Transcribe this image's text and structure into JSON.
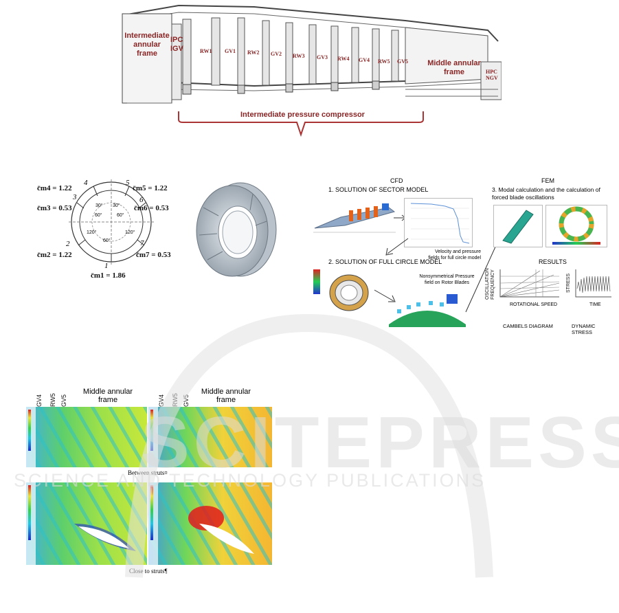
{
  "top_figure": {
    "intermediate_frame": [
      "Intermediate",
      "annular",
      "frame"
    ],
    "ipc_igv": [
      "IPC",
      "IGV"
    ],
    "stages": [
      "RW1",
      "GV1",
      "RW2",
      "GV2",
      "RW3",
      "GV3",
      "RW4",
      "GV4",
      "RW5",
      "GV5"
    ],
    "middle_frame": [
      "Middle annular",
      "frame"
    ],
    "hpc_ngv": [
      "HPC",
      "NGV"
    ],
    "brace_label": "Intermediate pressure compressor"
  },
  "ring_figure": {
    "labels": [
      {
        "n": "4",
        "text": "c̄m4 = 1.22"
      },
      {
        "n": "5",
        "text": "c̄m5 = 1.22"
      },
      {
        "n": "3",
        "text": "c̄m3 = 0.53"
      },
      {
        "n": "6",
        "text": "c̄m6 = 0.53"
      },
      {
        "n": "2",
        "text": "c̄m2 = 1.22"
      },
      {
        "n": "7",
        "text": "c̄m7 = 0.53"
      },
      {
        "n": "1",
        "text": "c̄m1 = 1.86"
      }
    ],
    "angles": [
      "30°",
      "30°",
      "60°",
      "60°",
      "120°",
      "60°",
      "120°"
    ]
  },
  "workflow": {
    "cfd_title": "CFD",
    "step1": "1.    SOLUTION OF SECTOR MODEL",
    "velocity_note": [
      "Velocity and pressure",
      "fields for full circle model"
    ],
    "step2": "2. SOLUTION OF FULL CIRCLE MODEL",
    "nonsym_note": [
      "Nonsymmetrical Pressure",
      "field on Rotor Blades"
    ],
    "fem_title": "FEM",
    "step3": [
      "3. Modal calculation and the calculation of",
      "forced blade oscillations"
    ],
    "results": "RESULTS",
    "osc_axis": [
      "OSCILLATION",
      "FREQUENCY"
    ],
    "rot_speed": "ROTATIONAL SPEED",
    "stress_axis": "STRESS",
    "time_axis": "TIME",
    "campbell": "CAMBELS DIAGRAM",
    "dyn_stress": "DYNAMIC STRESS"
  },
  "contour_figure": {
    "col_labels": [
      "GV4",
      "RW5",
      "GV5"
    ],
    "title": [
      "Middle annular",
      "frame"
    ],
    "between": "Between struts¤",
    "close": "Close to struts¶"
  },
  "watermark": {
    "main": "SCITEPRESS",
    "sub": "SCIENCE AND TECHNOLOGY PUBLICATIONS"
  }
}
